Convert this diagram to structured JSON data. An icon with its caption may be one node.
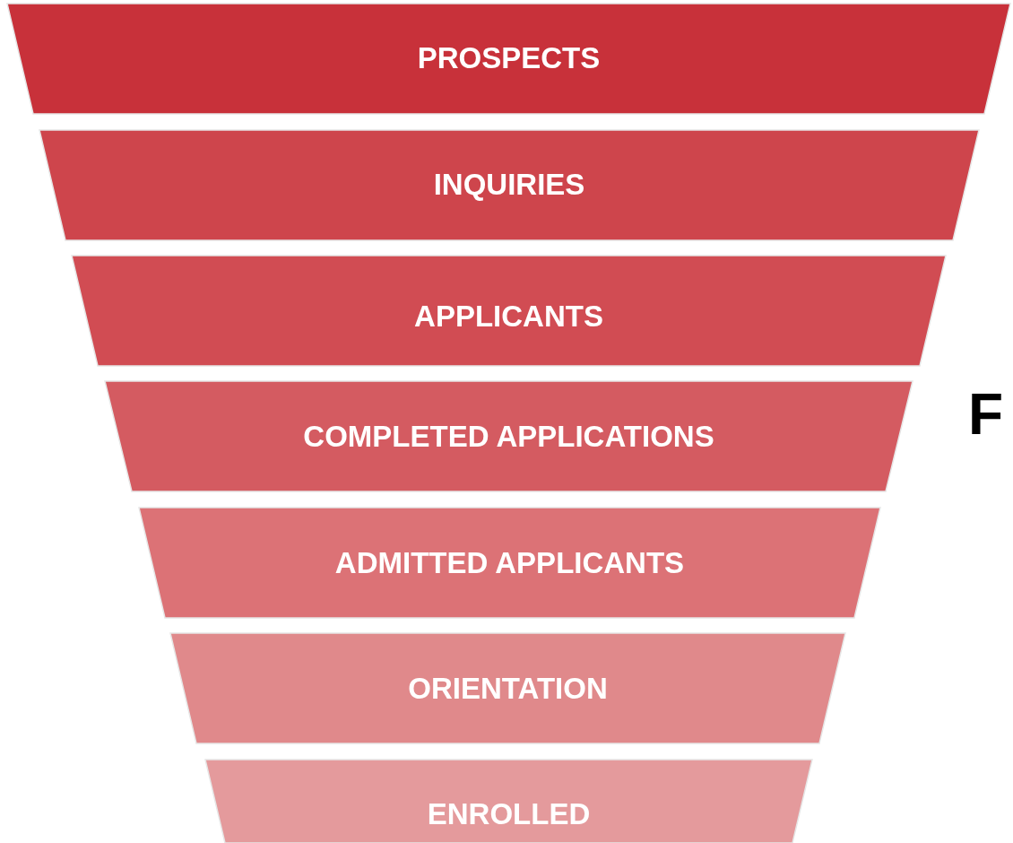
{
  "diagram": {
    "nodes": [
      {
        "text": [
          "PROSPECTS"
        ]
      },
      {
        "text": [
          "INQUIRIES"
        ]
      },
      {
        "text": [
          "APPLICANTS"
        ]
      },
      {
        "text": [
          "COMPLETED APPLICATIONS"
        ]
      },
      {
        "text": [
          "ADMITTED APPLICANTS"
        ]
      },
      {
        "text": [
          "ORIENTATION"
        ]
      },
      {
        "text": [
          "ENROLLED"
        ]
      }
    ],
    "edges": [],
    "labels": [
      "F"
    ]
  }
}
